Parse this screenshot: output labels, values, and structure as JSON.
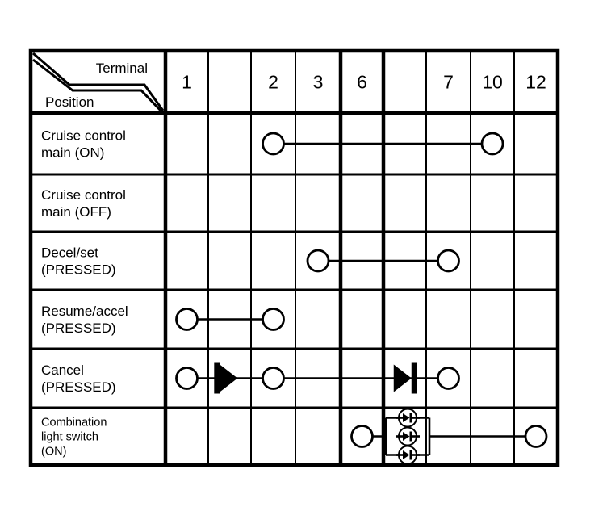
{
  "diagram": {
    "type": "switch-continuity-table",
    "corner": {
      "terminal_label": "Terminal",
      "position_label": "Position"
    },
    "columns": [
      {
        "id": "c1",
        "label": "1"
      },
      {
        "id": "c2",
        "label": ""
      },
      {
        "id": "c3",
        "label": "2"
      },
      {
        "id": "c4",
        "label": "3"
      },
      {
        "id": "c5",
        "label": "6"
      },
      {
        "id": "c6",
        "label": ""
      },
      {
        "id": "c7",
        "label": "7"
      },
      {
        "id": "c8",
        "label": "10"
      },
      {
        "id": "c9",
        "label": "12"
      }
    ],
    "rows": [
      {
        "id": "r1",
        "lines": [
          "Cruise control",
          "main (ON)"
        ],
        "small": false
      },
      {
        "id": "r2",
        "lines": [
          "Cruise control",
          "main (OFF)"
        ],
        "small": false
      },
      {
        "id": "r3",
        "lines": [
          "Decel/set",
          "(PRESSED)"
        ],
        "small": false
      },
      {
        "id": "r4",
        "lines": [
          "Resume/accel",
          "(PRESSED)"
        ],
        "small": false
      },
      {
        "id": "r5",
        "lines": [
          "Cancel",
          "(PRESSED)"
        ],
        "small": false
      },
      {
        "id": "r6",
        "lines": [
          "Combination",
          "light switch",
          "(ON)"
        ],
        "small": true
      }
    ],
    "connections": [
      {
        "row": "r1",
        "nodes": [
          "2",
          "10"
        ],
        "elements": [],
        "description": "continuity between terminal 2 and terminal 10"
      },
      {
        "row": "r2",
        "nodes": [],
        "elements": [],
        "description": "no continuity"
      },
      {
        "row": "r3",
        "nodes": [
          "3",
          "7"
        ],
        "elements": [],
        "description": "continuity between terminal 3 and terminal 7"
      },
      {
        "row": "r4",
        "nodes": [
          "1",
          "2"
        ],
        "elements": [],
        "description": "continuity between terminal 1 and terminal 2"
      },
      {
        "row": "r5",
        "nodes": [
          "1",
          "2",
          "7"
        ],
        "elements": [
          {
            "kind": "diode",
            "direction": "left",
            "between": [
              "1",
              "2"
            ]
          },
          {
            "kind": "diode",
            "direction": "right",
            "between": [
              "2",
              "7"
            ]
          }
        ],
        "description": "terminal 1 to 2 via left-facing diode, terminal 2 to 7 via right-facing diode"
      },
      {
        "row": "r6",
        "nodes": [
          "6",
          "12"
        ],
        "elements": [
          {
            "kind": "lamp-array",
            "count": 3,
            "arrangement": "parallel"
          }
        ],
        "description": "terminal 6 to terminal 12 through three parallel indicator lamps"
      }
    ],
    "colors": {
      "line": "#000000",
      "background": "#ffffff"
    }
  }
}
